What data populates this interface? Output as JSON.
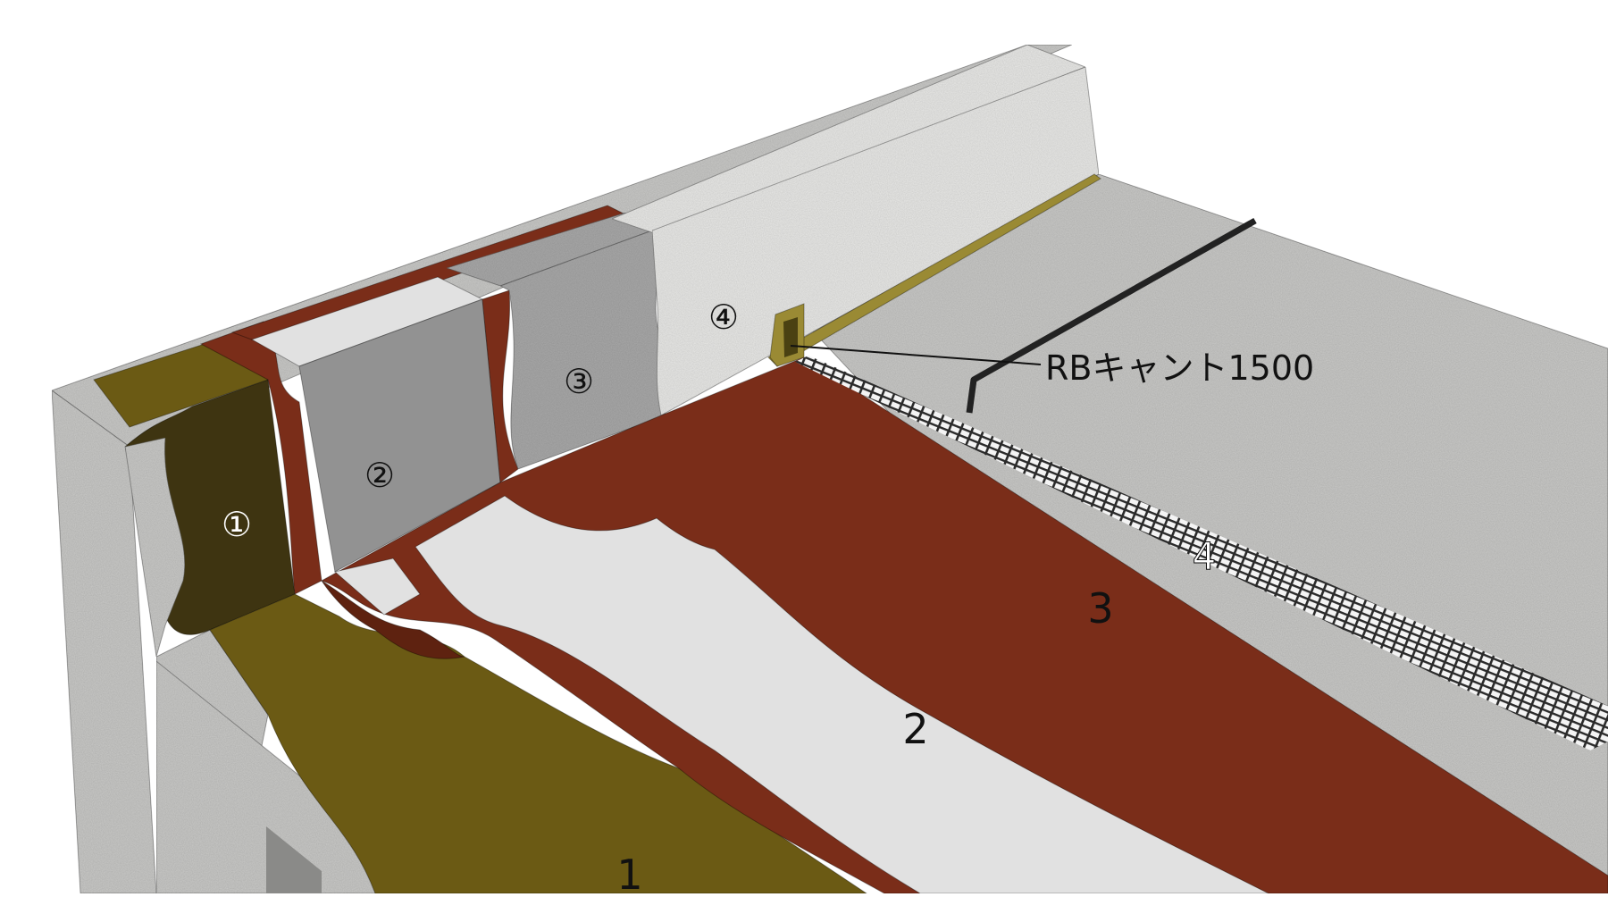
{
  "colors": {
    "concrete": "#c9c9c7",
    "primer_olive": "#6b5a14",
    "primer_dark": "#3e3411",
    "rust": "#7a2d19",
    "rust_dark": "#5e2210",
    "sheet_light": "#e1e1e1",
    "sheet_grey": "#929292",
    "granular_grey": "#a9a9a9",
    "insulation_white": "#e9e9e7",
    "metal_olive": "#9a8a34",
    "mesh_dark": "#2a2a2a",
    "label_line": "#111111"
  },
  "wall_layers": [
    {
      "id": "w1",
      "label": "①"
    },
    {
      "id": "w2",
      "label": "②"
    },
    {
      "id": "w3",
      "label": "③"
    },
    {
      "id": "w4",
      "label": "④"
    }
  ],
  "floor_layers": [
    {
      "id": "f1",
      "label": "1"
    },
    {
      "id": "f2",
      "label": "2"
    },
    {
      "id": "f3",
      "label": "3"
    },
    {
      "id": "f4",
      "label": "4"
    }
  ],
  "callout": {
    "text": "RBキャント1500"
  }
}
